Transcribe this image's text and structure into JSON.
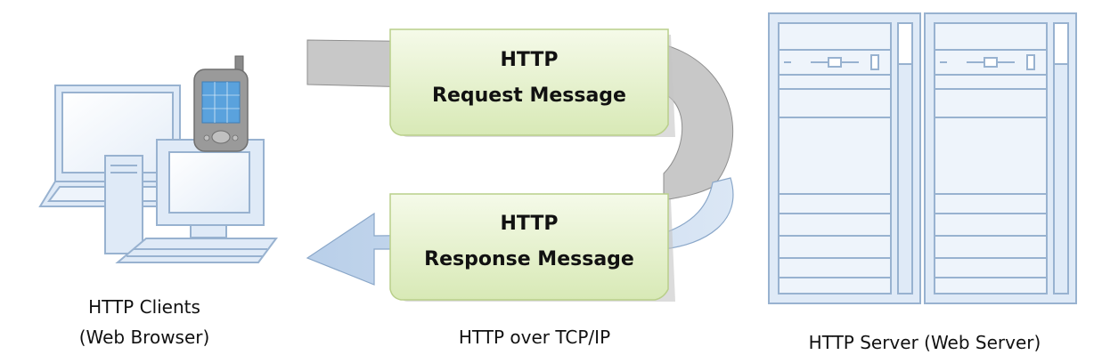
{
  "request_note": {
    "line1": "HTTP",
    "line2": "Request Message"
  },
  "response_note": {
    "line1": "HTTP",
    "line2": "Response Message"
  },
  "client_label": {
    "line1": "HTTP Clients",
    "line2": "(Web Browser)"
  },
  "channel_label": "HTTP over TCP/IP",
  "server_label": "HTTP Server (Web Server)",
  "colors": {
    "device_fill": "#dfeaf7",
    "device_stroke": "#9db4cf",
    "note_fill": "#e8f2d2",
    "note_stroke": "#b9cf8a",
    "band_gray": "#c8c8c8",
    "band_blue": "#c9d9ee"
  }
}
